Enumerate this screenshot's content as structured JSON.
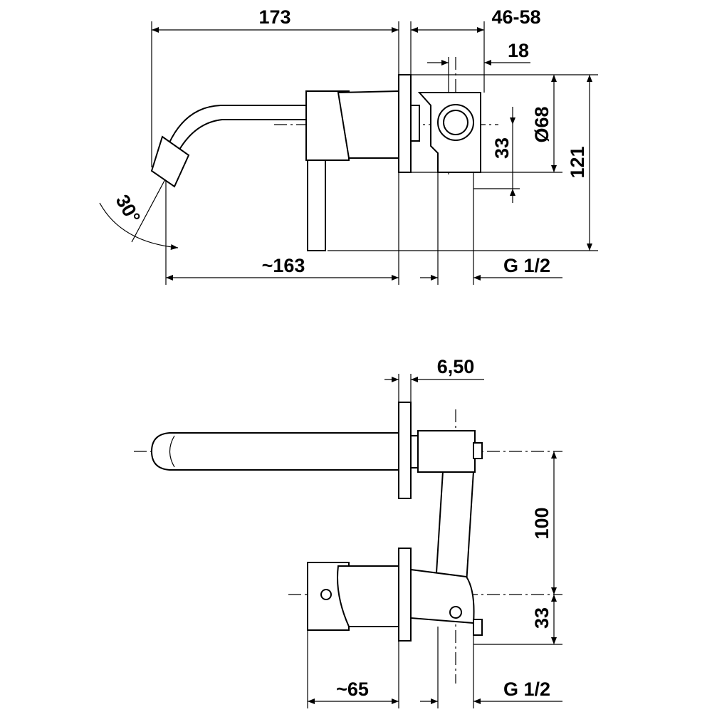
{
  "top_view": {
    "dim_width_total": "173",
    "dim_wall_depth": "46-58",
    "dim_axis_offset": "18",
    "dim_plate_diameter": "Ø68",
    "dim_axis_height": "33",
    "dim_total_height": "121",
    "dim_angle": "30°",
    "dim_spout_reach": "~163",
    "dim_connection": "G 1/2"
  },
  "side_view": {
    "dim_plate_thickness": "6,50",
    "dim_center_distance": "100",
    "dim_axis_height": "33",
    "dim_handle_reach": "~65",
    "dim_connection": "G 1/2"
  }
}
